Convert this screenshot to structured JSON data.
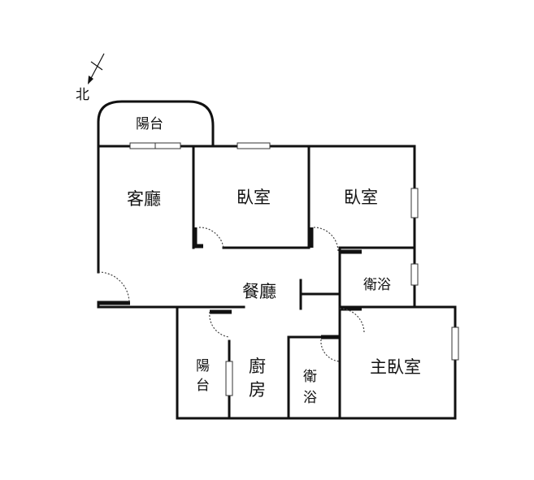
{
  "compass": {
    "north_label": "北"
  },
  "rooms": {
    "balcony_top": "陽台",
    "living_room": "客廳",
    "bedroom_1": "臥室",
    "bedroom_2": "臥室",
    "bathroom_1": "衛浴",
    "dining_room": "餐廳",
    "balcony_side_1": "陽",
    "balcony_side_2": "台",
    "kitchen_1": "廚",
    "kitchen_2": "房",
    "bathroom_2_1": "衛",
    "bathroom_2_2": "浴",
    "master_bedroom": "主臥室"
  }
}
